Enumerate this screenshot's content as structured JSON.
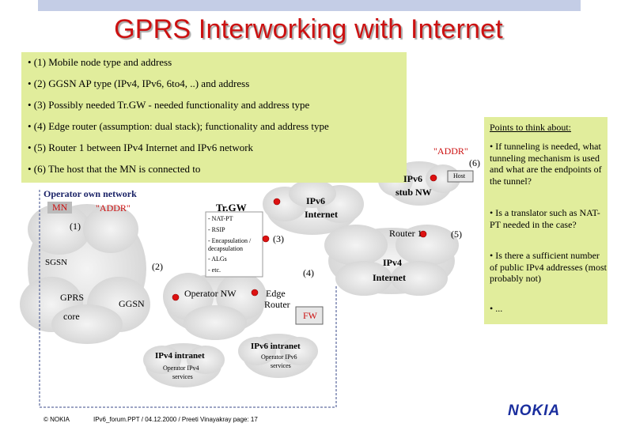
{
  "slide": {
    "title": "GPRS Interworking with Internet",
    "bullets": [
      "• (1) Mobile node type and address",
      "• (2) GGSN AP type (IPv4, IPv6, 6to4, ..) and address",
      "• (3) Possibly needed Tr.GW - needed functionality and address type",
      "• (4) Edge router (assumption: dual stack); functionality and address type",
      "• (5) Router 1  between IPv4 Internet and IPv6 network",
      "• (6) The host that the MN is connected to"
    ]
  },
  "sidebar": {
    "heading": "Points to think about:",
    "points": [
      "• If tunneling is needed, what tunneling mechanism is used and what are the endpoints of the tunnel?",
      "• Is a translator such as NAT-PT needed in the case?",
      "• Is there a sufficient number of public IPv4 addresses (most probably not)",
      "• ..."
    ]
  },
  "diagram": {
    "operator_network": "Operator own network",
    "mn": "MN",
    "addr_left": "\"ADDR\"",
    "addr_right": "\"ADDR\"",
    "n1": "(1)",
    "n2": "(2)",
    "n3": "(3)",
    "n4": "(4)",
    "n5": "(5)",
    "n6": "(6)",
    "sgsn": "SGSN",
    "gprs": "GPRS",
    "core": "core",
    "ggsn": "GGSN",
    "trgw": "Tr.GW",
    "trgw_items": [
      "- NAT-PT",
      "- RSIP",
      "- Encapsulation / decapsulation",
      "- ALGs",
      "- etc."
    ],
    "operator_nw": "Operator NW",
    "edge": "Edge",
    "router": "Router",
    "fw": "FW",
    "ipv6_internet_1": "IPv6",
    "ipv6_internet_2": "Internet",
    "ipv6_stub_1": "IPv6",
    "ipv6_stub_2": "stub NW",
    "host": "Host",
    "router1": "Router 1",
    "ipv4_internet_1": "IPv4",
    "ipv4_internet_2": "Internet",
    "ipv6_intranet": "IPv6 intranet",
    "op_ipv6_services_1": "Operator IPv6",
    "op_ipv6_services_2": "services",
    "ipv4_intranet": "IPv4 intranet",
    "op_ipv4_services_1": "Operator IPv4",
    "op_ipv4_services_2": "services"
  },
  "footer": {
    "copyright": "© NOKIA",
    "info": "IPv6_forum.PPT / 04.12.2000 / Preeti Vinayakray   page: 17",
    "logo": "NOKIA"
  },
  "colors": {
    "title": "#cc1111",
    "bullets_bg": "#e1ed9c",
    "cloud": "#dcdcdc",
    "logo": "#1a2e9e",
    "boundary": "#3a4a8a"
  }
}
